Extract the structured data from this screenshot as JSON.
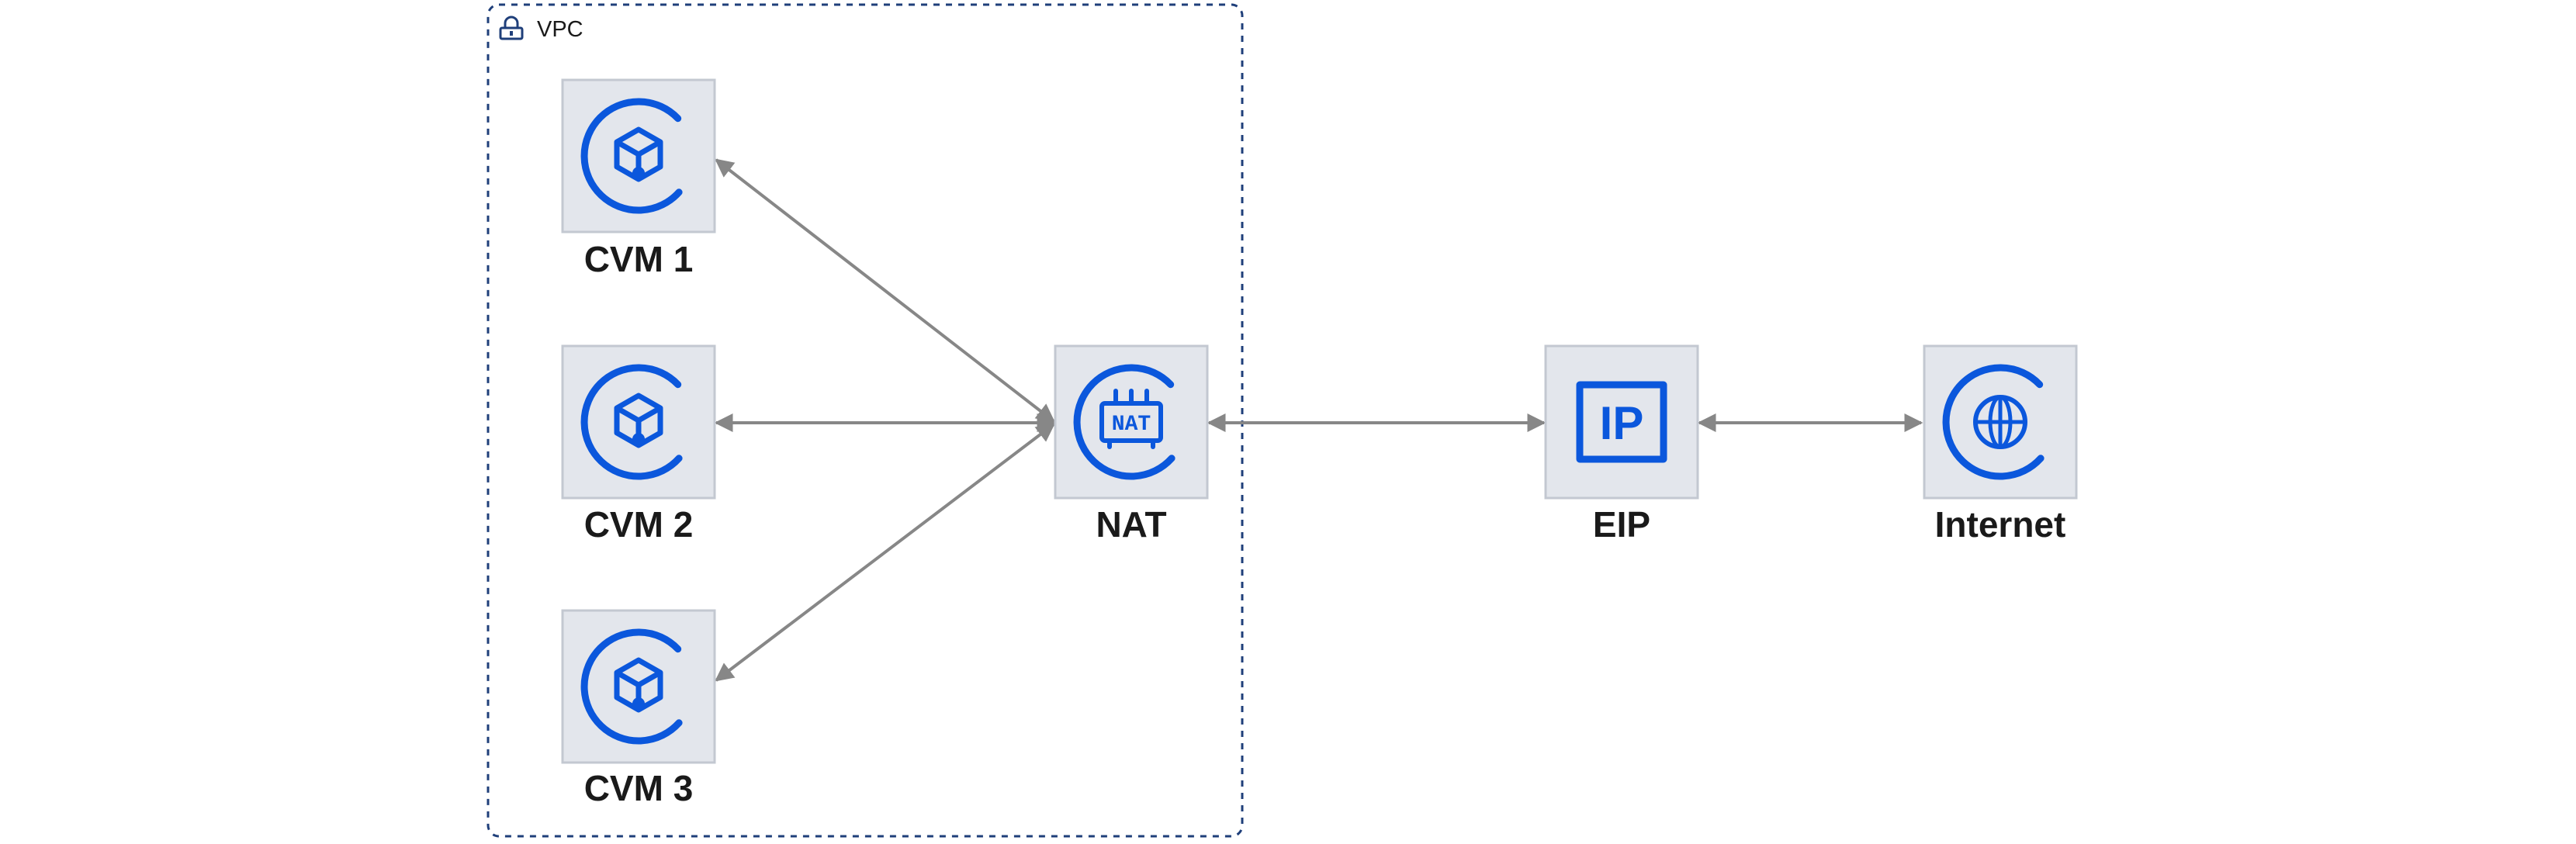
{
  "vpc": {
    "label": "VPC",
    "icon": "lock-icon"
  },
  "nodes": {
    "cvm1": {
      "label": "CVM 1",
      "icon": "cvm-icon"
    },
    "cvm2": {
      "label": "CVM 2",
      "icon": "cvm-icon"
    },
    "cvm3": {
      "label": "CVM 3",
      "icon": "cvm-icon"
    },
    "nat": {
      "label": "NAT",
      "icon": "nat-icon",
      "icon_text": "NAT"
    },
    "eip": {
      "label": "EIP",
      "icon": "ip-icon",
      "icon_text": "IP"
    },
    "internet": {
      "label": "Internet",
      "icon": "globe-icon"
    }
  },
  "edges": [
    {
      "from": "cvm1",
      "to": "nat",
      "direction": "both"
    },
    {
      "from": "cvm2",
      "to": "nat",
      "direction": "both"
    },
    {
      "from": "cvm3",
      "to": "nat",
      "direction": "both"
    },
    {
      "from": "nat",
      "to": "eip",
      "direction": "both"
    },
    {
      "from": "eip",
      "to": "internet",
      "direction": "both"
    }
  ],
  "colors": {
    "icon_blue": "#0b57dc",
    "vpc_border": "#1f3f7a",
    "node_fill": "#e3e6ec",
    "node_border": "#c3c8d1",
    "edge": "#878787"
  }
}
